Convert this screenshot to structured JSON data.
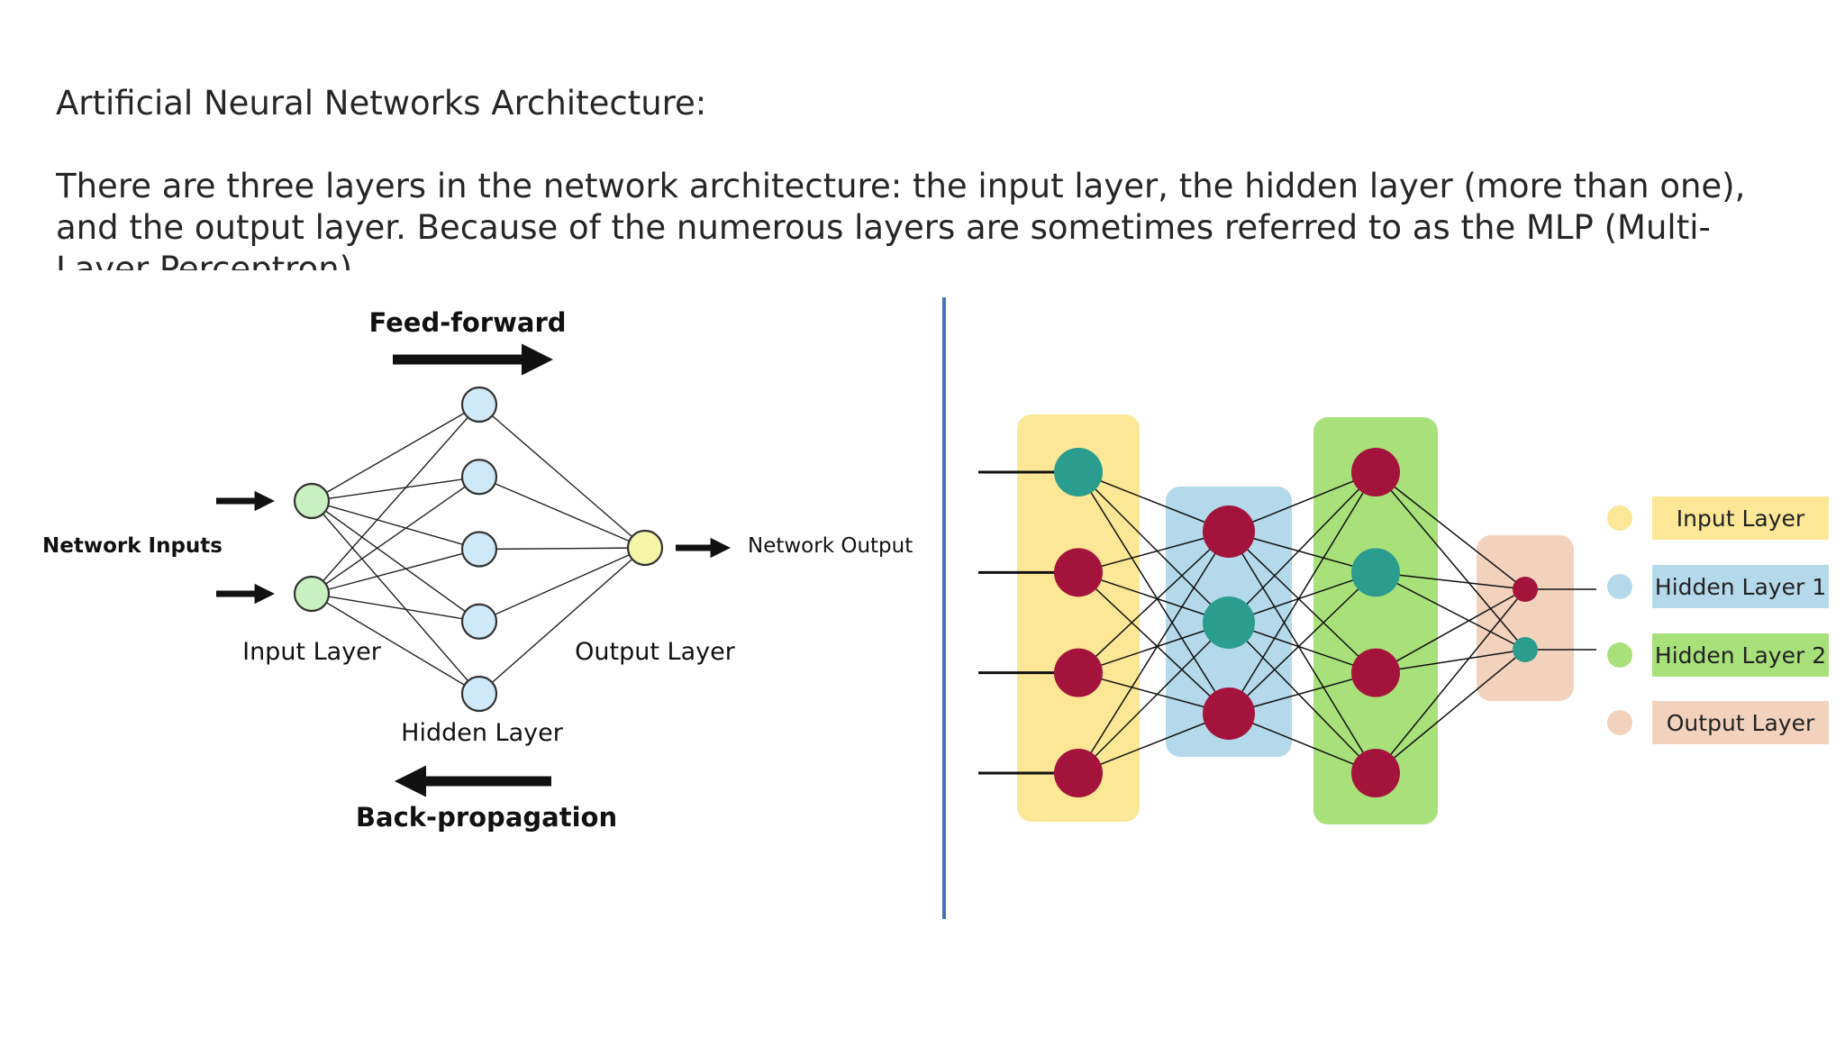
{
  "slide": {
    "title": "Artificial Neural Networks Architecture:",
    "paragraph": "There are three layers in the network architecture: the input layer, the hidden layer (more than one), and the output layer. Because of the numerous layers are sometimes referred to as the MLP (Multi-Layer Perceptron)."
  },
  "left_diagram": {
    "feed_forward": "Feed-forward",
    "back_propagation": "Back-propagation",
    "network_inputs": "Network Inputs",
    "network_output": "Network Output",
    "input_layer": "Input Layer",
    "hidden_layer": "Hidden Layer",
    "output_layer": "Output Layer",
    "layer_sizes": [
      2,
      5,
      1
    ],
    "colors": {
      "input": "#c9f0c0",
      "hidden": "#cfe9f8",
      "output": "#f5f5a8",
      "stroke": "#333333"
    }
  },
  "right_diagram": {
    "layer_sizes": [
      4,
      3,
      4,
      2
    ],
    "node_colors": [
      [
        "teal",
        "red",
        "red",
        "red"
      ],
      [
        "red",
        "teal",
        "red"
      ],
      [
        "red",
        "teal",
        "red",
        "red"
      ],
      [
        "red",
        "teal"
      ]
    ],
    "palette": {
      "teal": "#2a9d8f",
      "red": "#a4133c"
    },
    "layer_bg": [
      "#fbe795",
      "#b4d9ea",
      "#a8e07a",
      "#f2d2bd"
    ],
    "legend": [
      {
        "label": "Input Layer",
        "color": "#fbe795",
        "dot": "#fbe795"
      },
      {
        "label": "Hidden Layer 1",
        "color": "#b4d9ea",
        "dot": "#b4d9ea"
      },
      {
        "label": "Hidden Layer 2",
        "color": "#a8e07a",
        "dot": "#a8e07a"
      },
      {
        "label": "Output Layer",
        "color": "#f2d2bd",
        "dot": "#f2d2bd"
      }
    ]
  },
  "divider_color": "#4472c4"
}
